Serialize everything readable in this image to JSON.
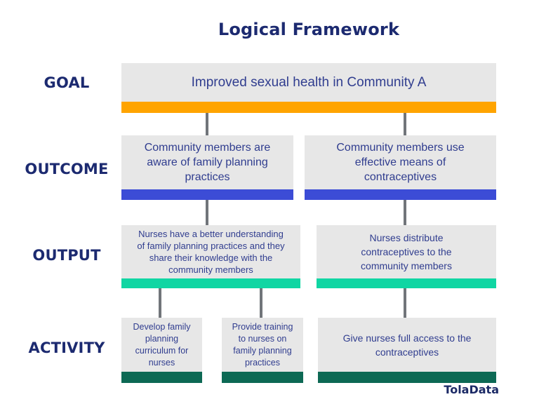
{
  "title": "Logical Framework",
  "brand": "TolaData",
  "colors": {
    "goal": "#ffa400",
    "outcome": "#3c4cd6",
    "output": "#10d6a3",
    "activity": "#0d6954",
    "connector": "#71757a",
    "heading": "#1c2a70",
    "body_text": "#303d8f",
    "card_bg": "#e7e7e7"
  },
  "rows": [
    {
      "label": "GOAL",
      "boxes": [
        {
          "text": "Improved sexual health in Community A"
        }
      ]
    },
    {
      "label": "OUTCOME",
      "boxes": [
        {
          "text": "Community members are\naware of family planning\npractices"
        },
        {
          "text": "Community members use\neffective means of\ncontraceptives"
        }
      ]
    },
    {
      "label": "OUTPUT",
      "boxes": [
        {
          "text": "Nurses have a better understanding\nof family planning practices and they\nshare their knowledge with the\ncommunity members"
        },
        {
          "text": "Nurses distribute\ncontraceptives to the\ncommunity members"
        }
      ]
    },
    {
      "label": "ACTIVITY",
      "boxes": [
        {
          "text": "Develop family\nplanning\ncurriculum for\nnurses"
        },
        {
          "text": "Provide training\nto nurses on\nfamily planning\npractices"
        },
        {
          "text": "Give nurses full access to the\ncontraceptives"
        }
      ]
    }
  ]
}
